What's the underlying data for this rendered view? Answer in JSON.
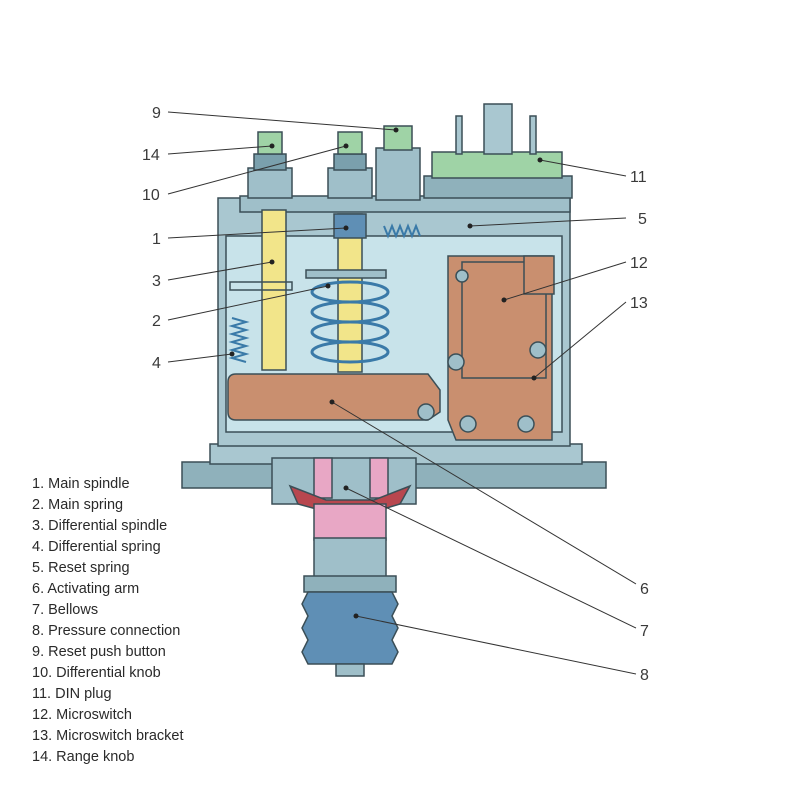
{
  "colors": {
    "housing": "#a9c7d0",
    "housing_inner": "#c8e3ea",
    "base": "#8fb1bb",
    "spindle": "#f2e58a",
    "spring": "#3a7aa8",
    "switch_bracket": "#c98f6f",
    "bellows": "#e8a7c5",
    "din_plug": "#9fd3a6",
    "outline": "#3b4f57"
  },
  "callouts": [
    {
      "id": "9",
      "label": "9"
    },
    {
      "id": "14",
      "label": "14"
    },
    {
      "id": "10",
      "label": "10"
    },
    {
      "id": "1",
      "label": "1"
    },
    {
      "id": "3",
      "label": "3"
    },
    {
      "id": "2",
      "label": "2"
    },
    {
      "id": "4",
      "label": "4"
    },
    {
      "id": "11",
      "label": "11"
    },
    {
      "id": "5",
      "label": "5"
    },
    {
      "id": "12",
      "label": "12"
    },
    {
      "id": "13",
      "label": "13"
    },
    {
      "id": "6",
      "label": "6"
    },
    {
      "id": "7",
      "label": "7"
    },
    {
      "id": "8",
      "label": "8"
    }
  ],
  "legend": [
    "1. Main spindle",
    "2. Main spring",
    "3. Differential spindle",
    "4. Differential spring",
    "5. Reset spring",
    "6. Activating arm",
    "7. Bellows",
    "8. Pressure connection",
    "9. Reset push button",
    "10. Differential knob",
    "11. DIN plug",
    "12. Microswitch",
    "13. Microswitch bracket",
    "14. Range knob"
  ]
}
